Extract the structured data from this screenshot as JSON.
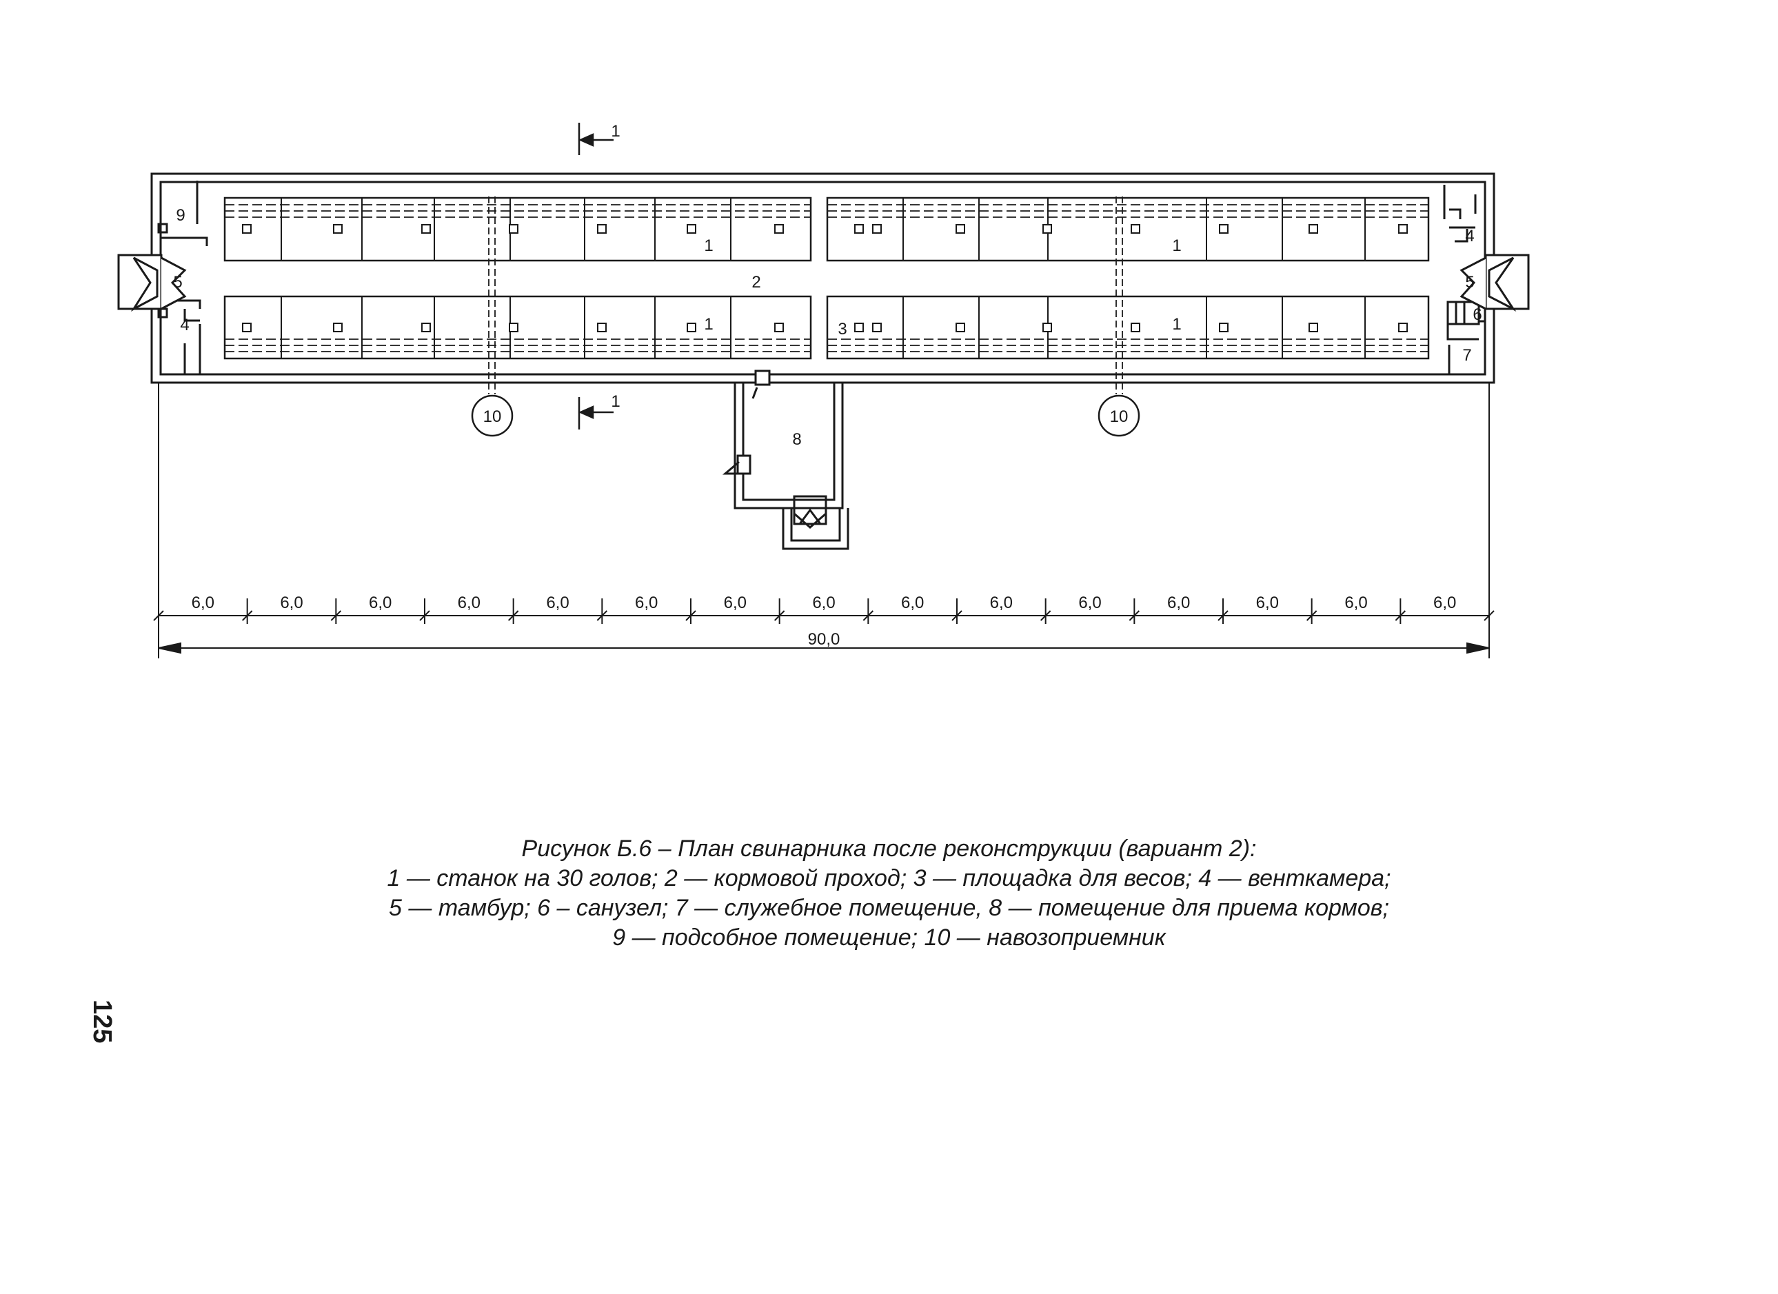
{
  "plan": {
    "room_labels": {
      "pen": "1",
      "feed_passage": "2",
      "scale_platform": "3",
      "vent_chamber": "4",
      "vestibule": "5",
      "toilet": "6",
      "service_room": "7",
      "feed_room": "8",
      "utility_room": "9",
      "manure_receiver": "10"
    },
    "section_mark": "1",
    "bay_dimension": "6,0",
    "bay_count": 15,
    "total_length": "90,0"
  },
  "caption": {
    "title": "Рисунок Б.6 – План свинарника после реконструкции (вариант 2):",
    "line1": "1 — станок на 30 голов; 2 — кормовой проход; 3 — площадка для весов; 4 — венткамера;",
    "line2": "5 — тамбур; 6 – санузел; 7 — служебное помещение, 8 — помещение для приема кормов;",
    "line3": "9 — подсобное помещение; 10 — навозоприемник"
  },
  "page_number": "125"
}
